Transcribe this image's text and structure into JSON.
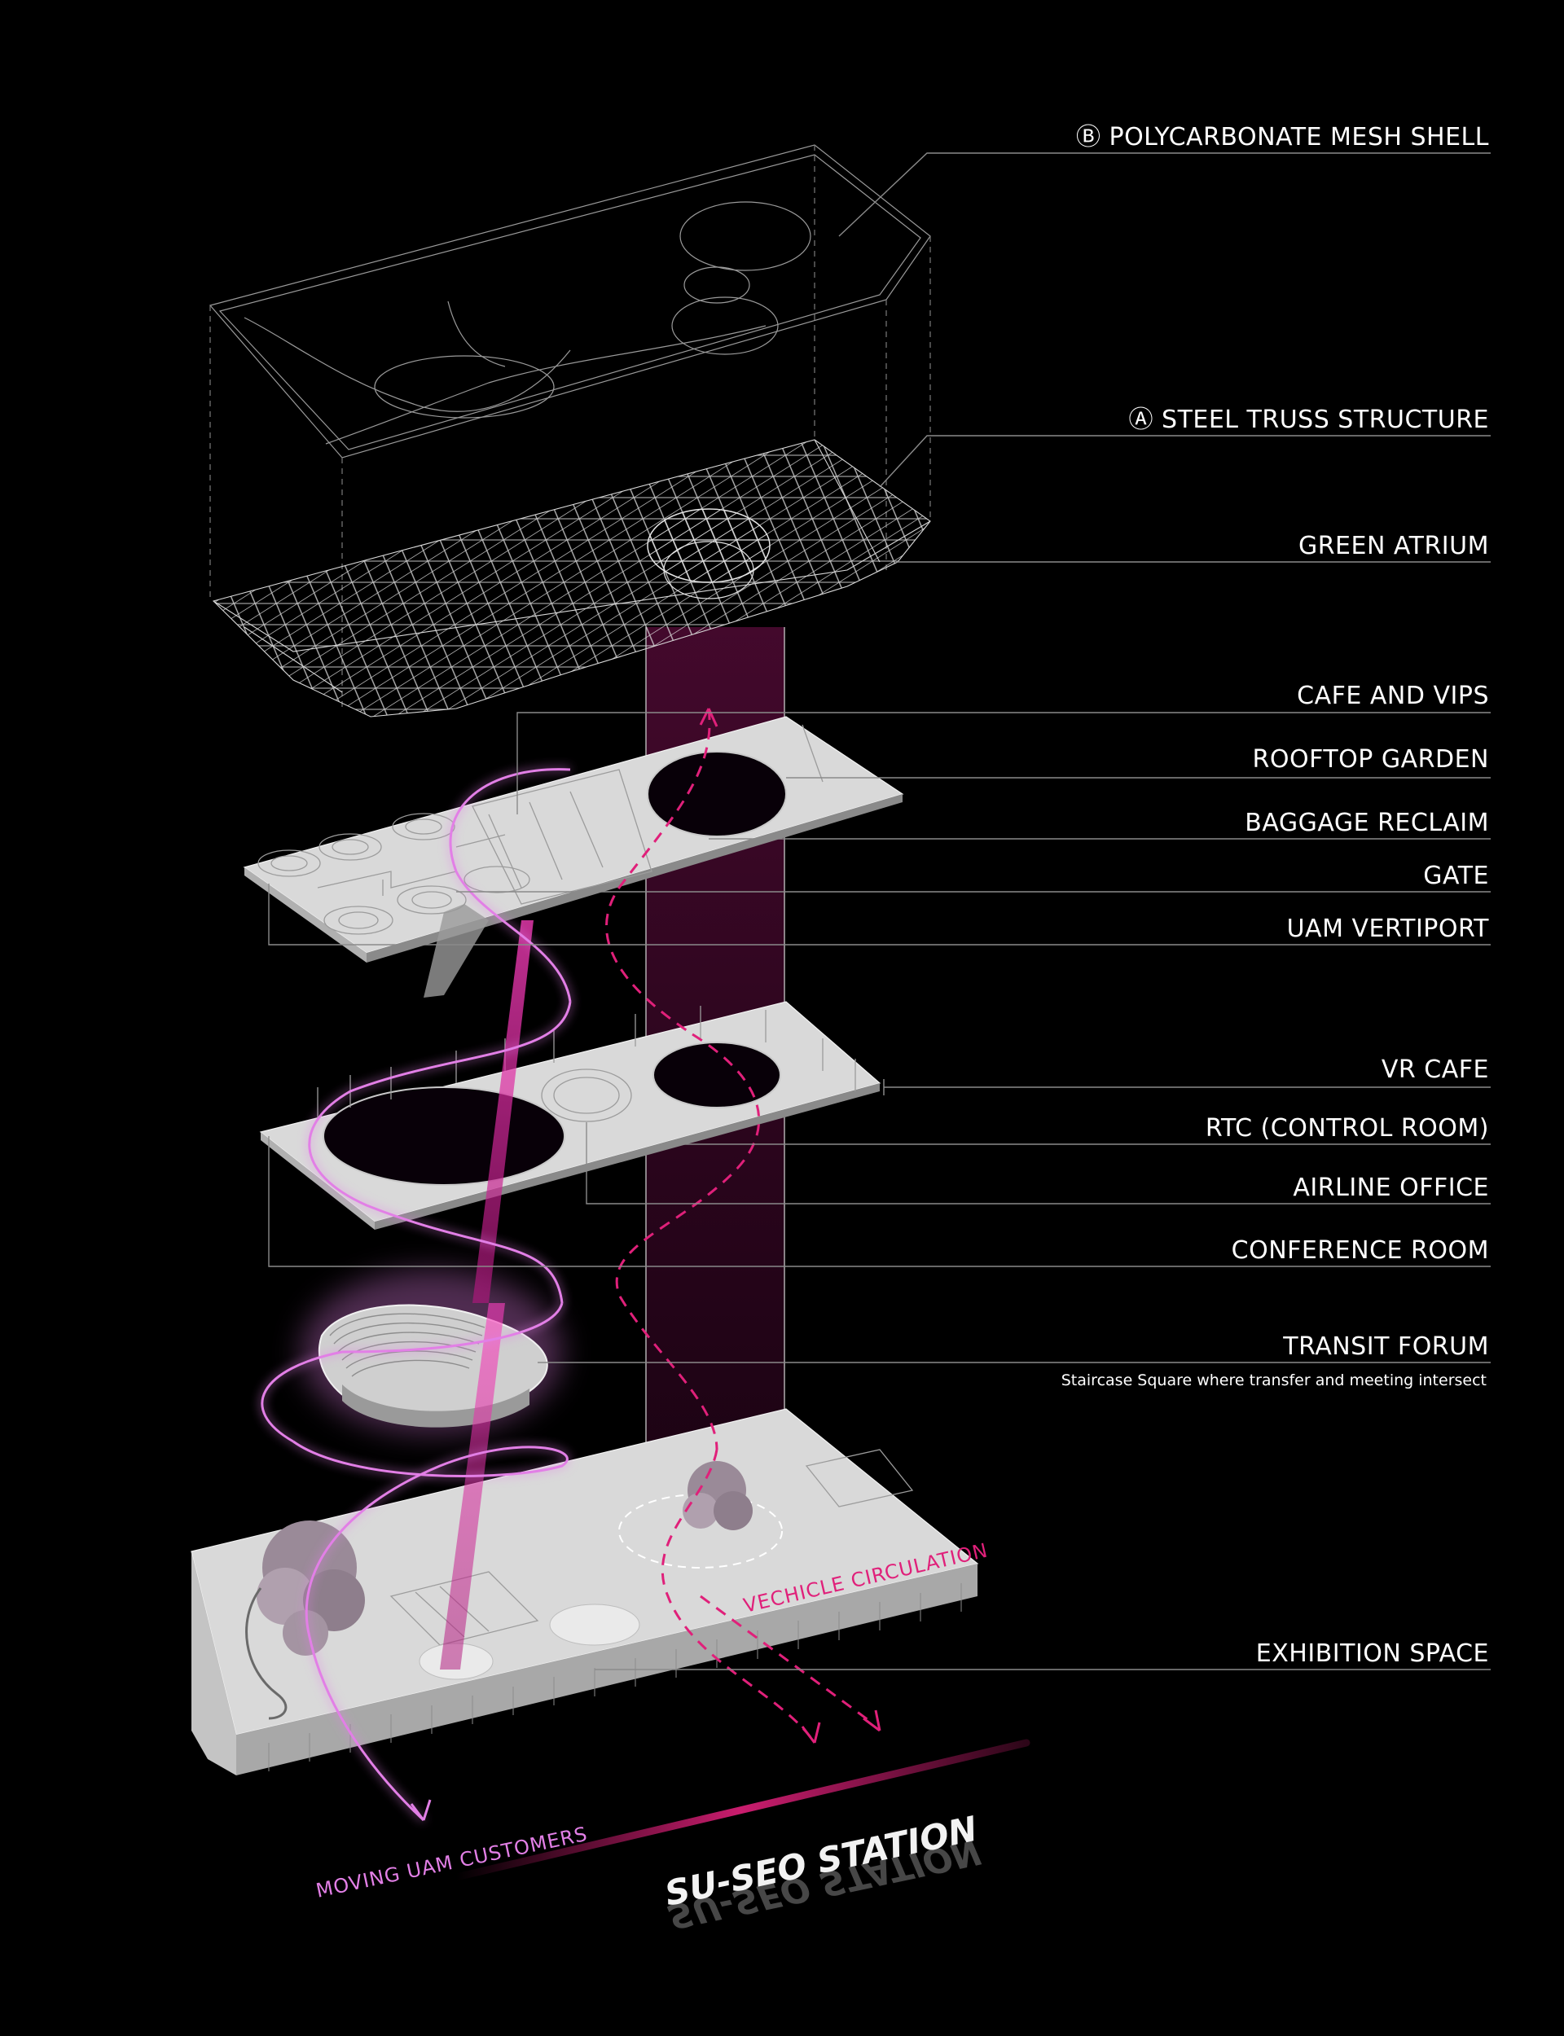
{
  "labels": {
    "polycarbonate": "Ⓑ POLYCARBONATE MESH SHELL",
    "steel_truss": "Ⓐ STEEL TRUSS STRUCTURE",
    "green_atrium": "GREEN ATRIUM",
    "cafe_vips": "CAFE AND VIPS",
    "rooftop_garden": "ROOFTOP GARDEN",
    "baggage_reclaim": "BAGGAGE RECLAIM",
    "gate": "GATE",
    "uam_vertiport": "UAM VERTIPORT",
    "vr_cafe": "VR CAFE",
    "rtc": "RTC  (CONTROL ROOM)",
    "airline_office": "AIRLINE OFFICE",
    "conference_room": "CONFERENCE ROOM",
    "transit_forum": "TRANSIT FORUM",
    "transit_forum_note": "Staircase Square where transfer and meeting intersect",
    "exhibition_space": "EXHIBITION SPACE"
  },
  "flows": {
    "vehicle": "VECHICLE CIRCULATION",
    "uam_customers": "MOVING UAM CUSTOMERS"
  },
  "station": "SU-SEO STATION",
  "colors": {
    "background": "#000000",
    "accent_magenta": "#e0207a",
    "glow_violet": "#e27fe6",
    "slab_grey": "#d9d9d9",
    "leader_grey": "#8a8a8a"
  }
}
